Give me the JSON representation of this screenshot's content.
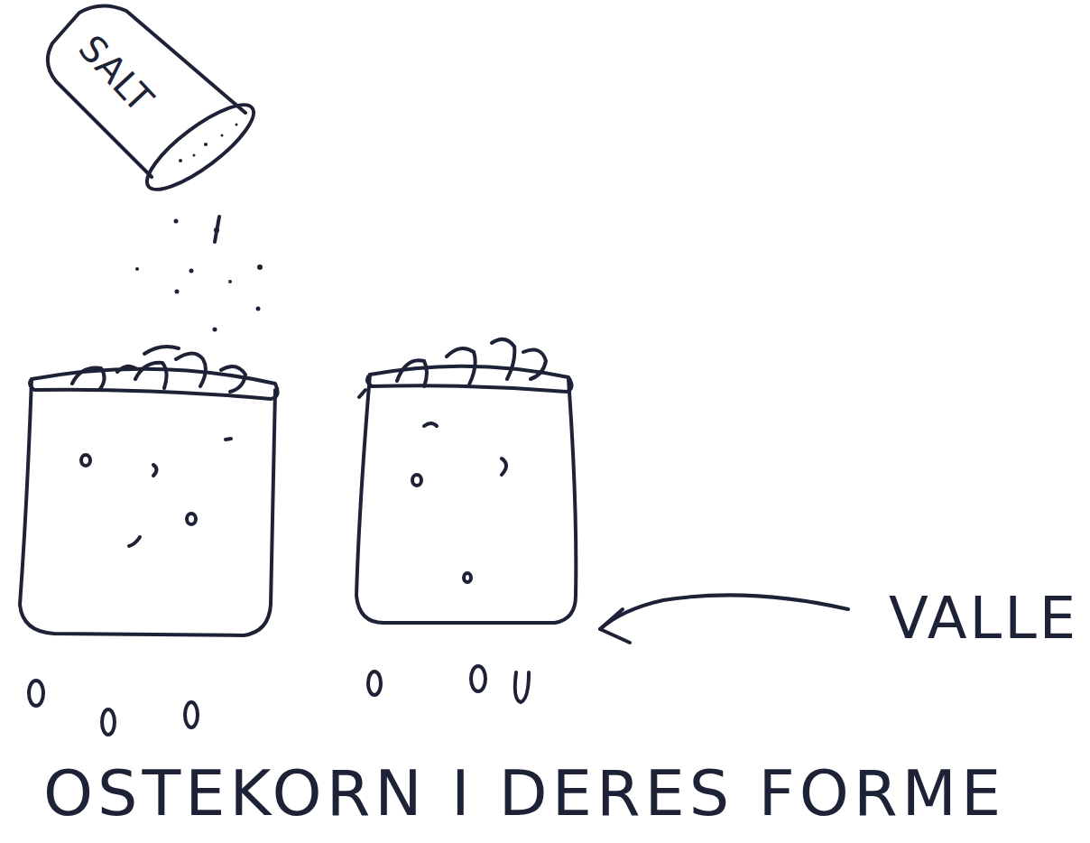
{
  "diagram": {
    "caption": "OSTEKORN I DERES FORME",
    "nodes": [
      {
        "text": [
          "SALT"
        ]
      }
    ],
    "labels": [
      "VALLE"
    ]
  }
}
